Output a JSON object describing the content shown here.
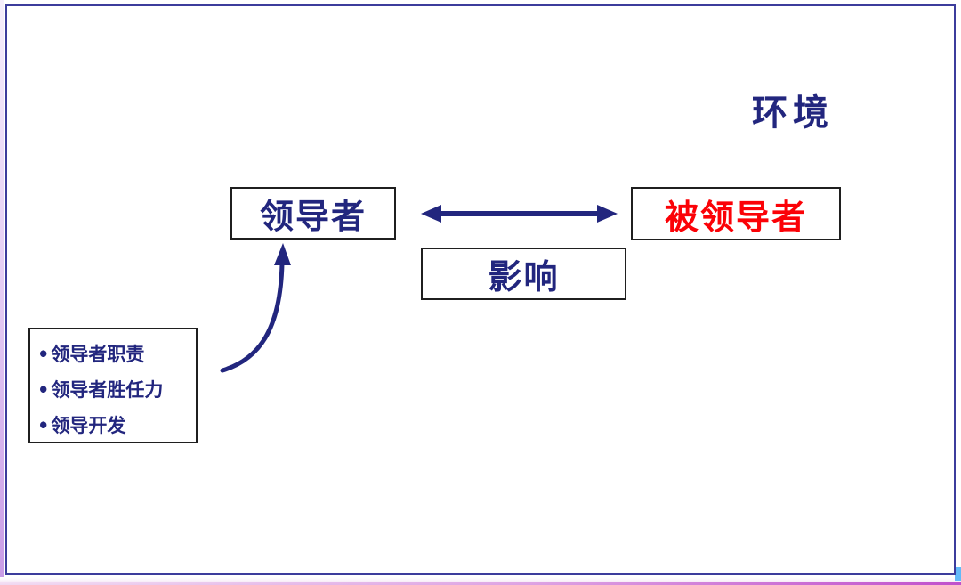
{
  "colors": {
    "navy": "#22267e",
    "red": "#fb0207",
    "frame": "#3c3c9c",
    "boxline": "#1f1f1f",
    "accent": "#63baf9",
    "magenta": "#c050cc",
    "lavender": "#c89ae6"
  },
  "environment": {
    "label": "环境"
  },
  "boxes": {
    "leader": "领导者",
    "followers": "被领导者",
    "influence": "影响"
  },
  "bullets": {
    "marker": "•",
    "items": [
      "领导者职责",
      "领导者胜任力",
      "领导开发"
    ]
  }
}
